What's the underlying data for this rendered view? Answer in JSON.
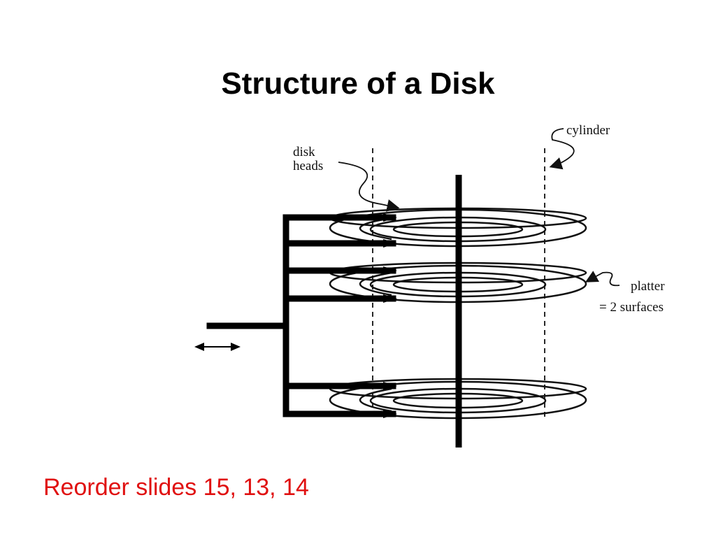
{
  "slide": {
    "title": "Structure of a Disk",
    "note": "Reorder slides 15, 13, 14",
    "note_color": "#e01010"
  },
  "diagram": {
    "labels": {
      "cylinder": "cylinder",
      "disk_heads_line1": "disk",
      "disk_heads_line2": "heads",
      "platter_line1": "platter",
      "platter_line2": "= 2 surfaces"
    },
    "icons": [
      "double-arrow-icon"
    ]
  }
}
